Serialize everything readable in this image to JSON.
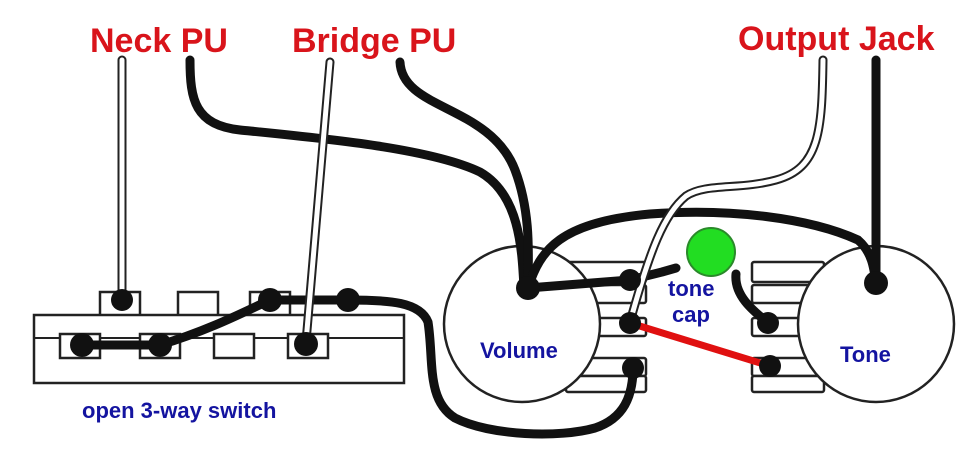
{
  "labels": {
    "neck_pu": "Neck PU",
    "bridge_pu": "Bridge PU",
    "output_jack": "Output Jack",
    "volume": "Volume",
    "tone": "Tone",
    "tone_cap_line1": "tone",
    "tone_cap_line2": "cap",
    "switch": "open 3-way switch"
  },
  "colors": {
    "label_red": "#d9141b",
    "label_blue": "#1414a0",
    "wire_black": "#111111",
    "cap_green": "#22dd22",
    "jumper_red": "#e01010"
  }
}
